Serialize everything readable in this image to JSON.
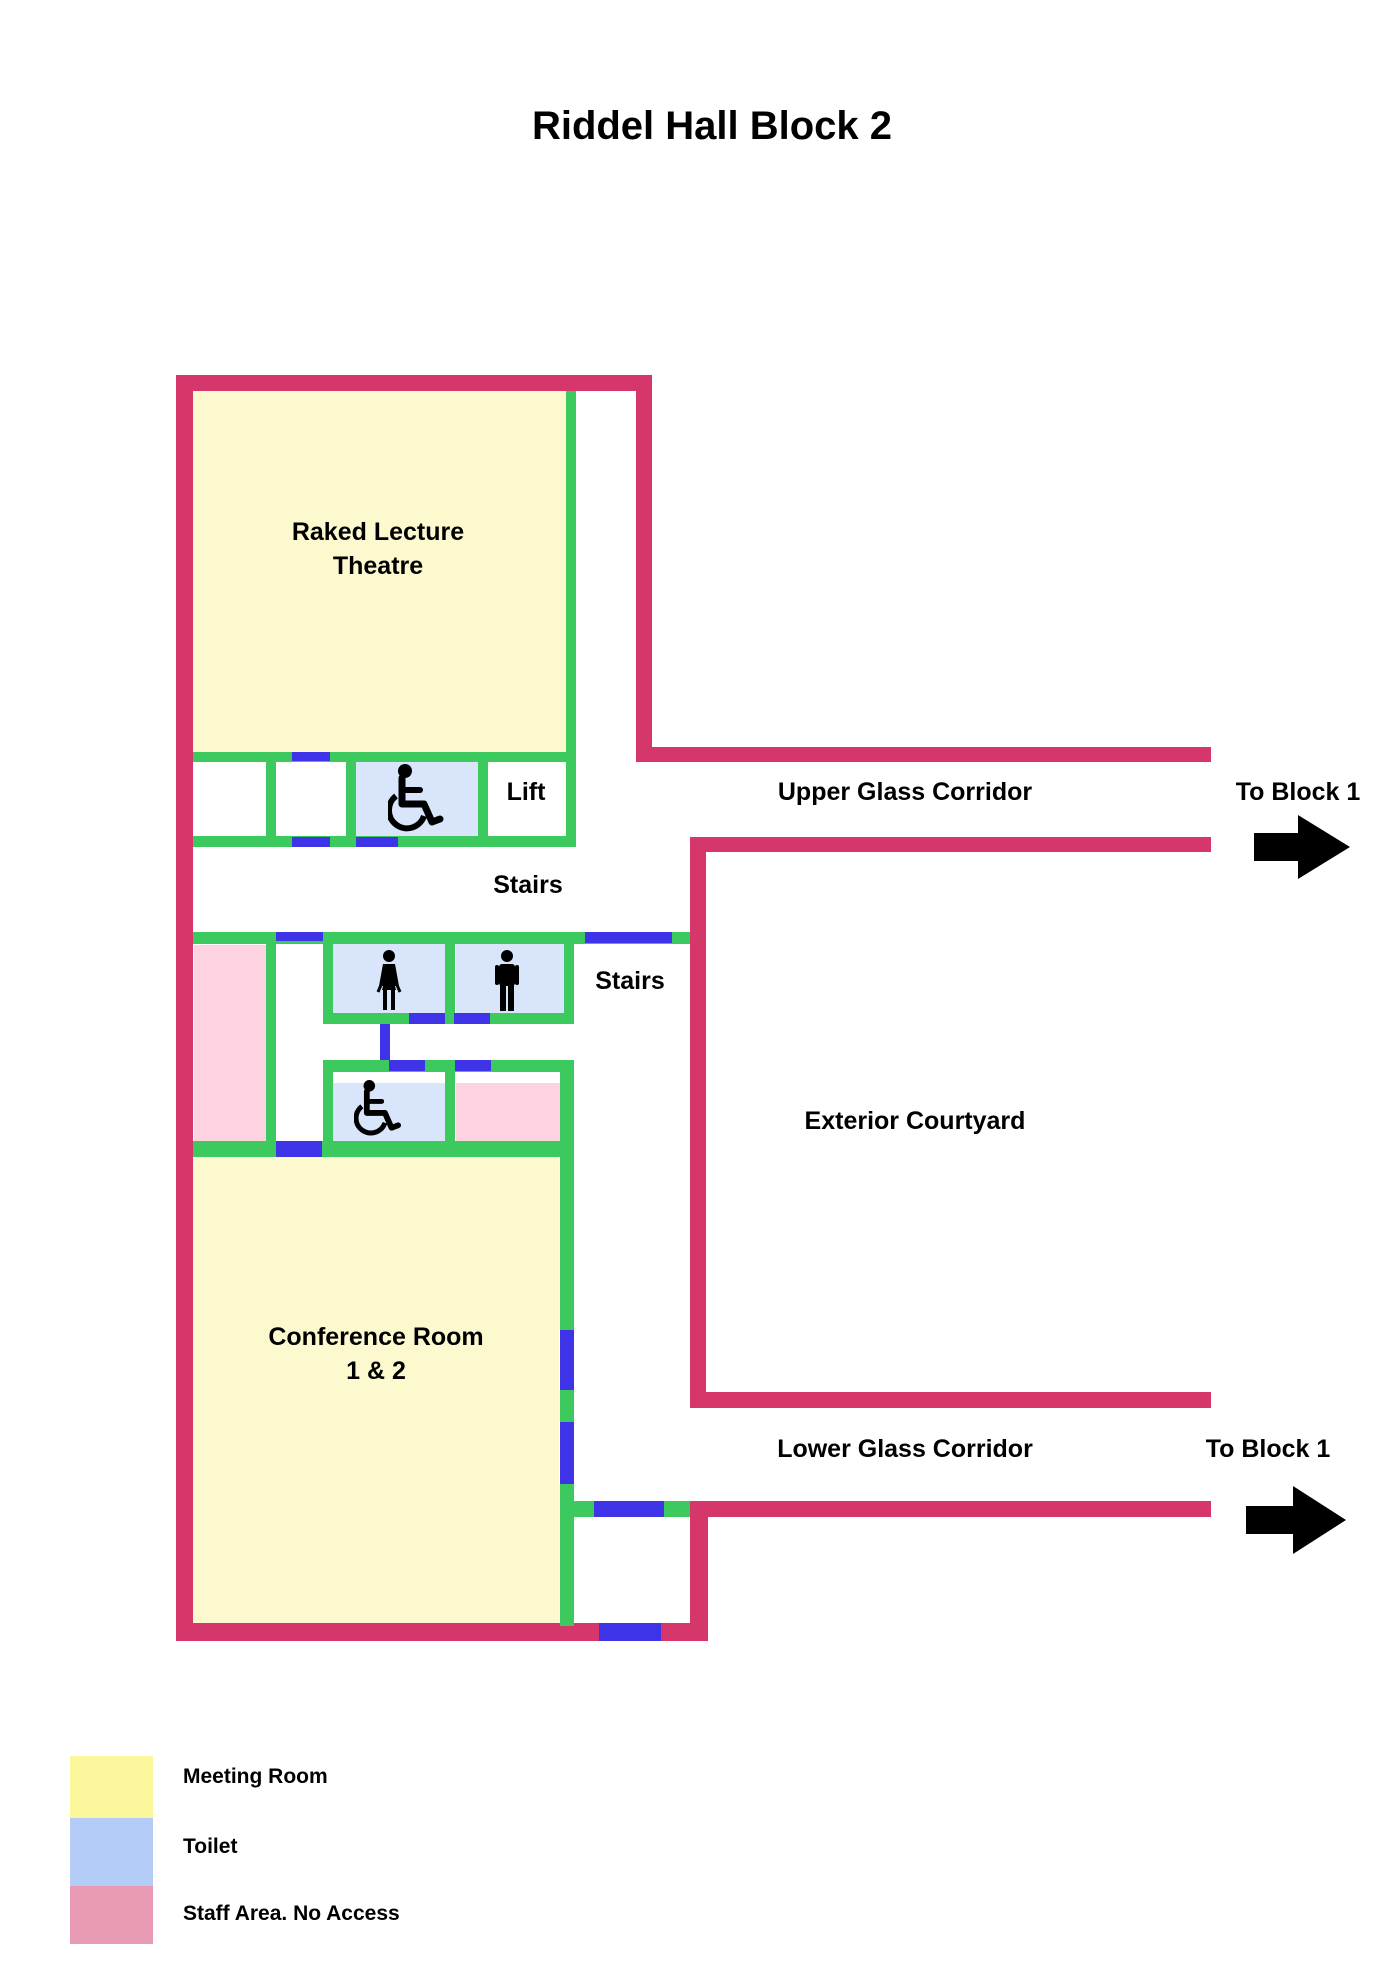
{
  "title": "Riddel Hall Block 2",
  "rooms": {
    "lecture_theatre": "Raked Lecture\nTheatre",
    "lecture_theatre_line1": "Raked Lecture",
    "lecture_theatre_line2": "Theatre",
    "lift": "Lift",
    "stairs_upper": "Stairs",
    "stairs_lower": "Stairs",
    "conference_line1": "Conference Room",
    "conference_line2": "1 & 2",
    "courtyard": "Exterior Courtyard",
    "upper_corridor": "Upper Glass Corridor",
    "lower_corridor": "Lower Glass Corridor",
    "to_block_upper": "To Block 1",
    "to_block_lower": "To Block 1"
  },
  "icons": {
    "accessible_toilet_upper": "wheelchair-icon",
    "female_toilet": "female-icon",
    "male_toilet": "male-icon",
    "accessible_toilet_lower": "wheelchair-icon",
    "arrow_upper": "arrow-right-icon",
    "arrow_lower": "arrow-right-icon"
  },
  "legend": [
    {
      "label": "Meeting Room",
      "color": "#fbf79c"
    },
    {
      "label": "Toilet",
      "color": "#b3cdf8"
    },
    {
      "label": "Staff Area. No Access",
      "color": "#e99bb4"
    }
  ],
  "colors": {
    "exterior_wall": "#d6376a",
    "interior_wall": "#3cc95e",
    "door": "#3f33e8",
    "meeting_room_fill": "#fdf9cf",
    "toilet_fill": "#d9e5fb",
    "staff_fill": "#fdd3e1"
  }
}
